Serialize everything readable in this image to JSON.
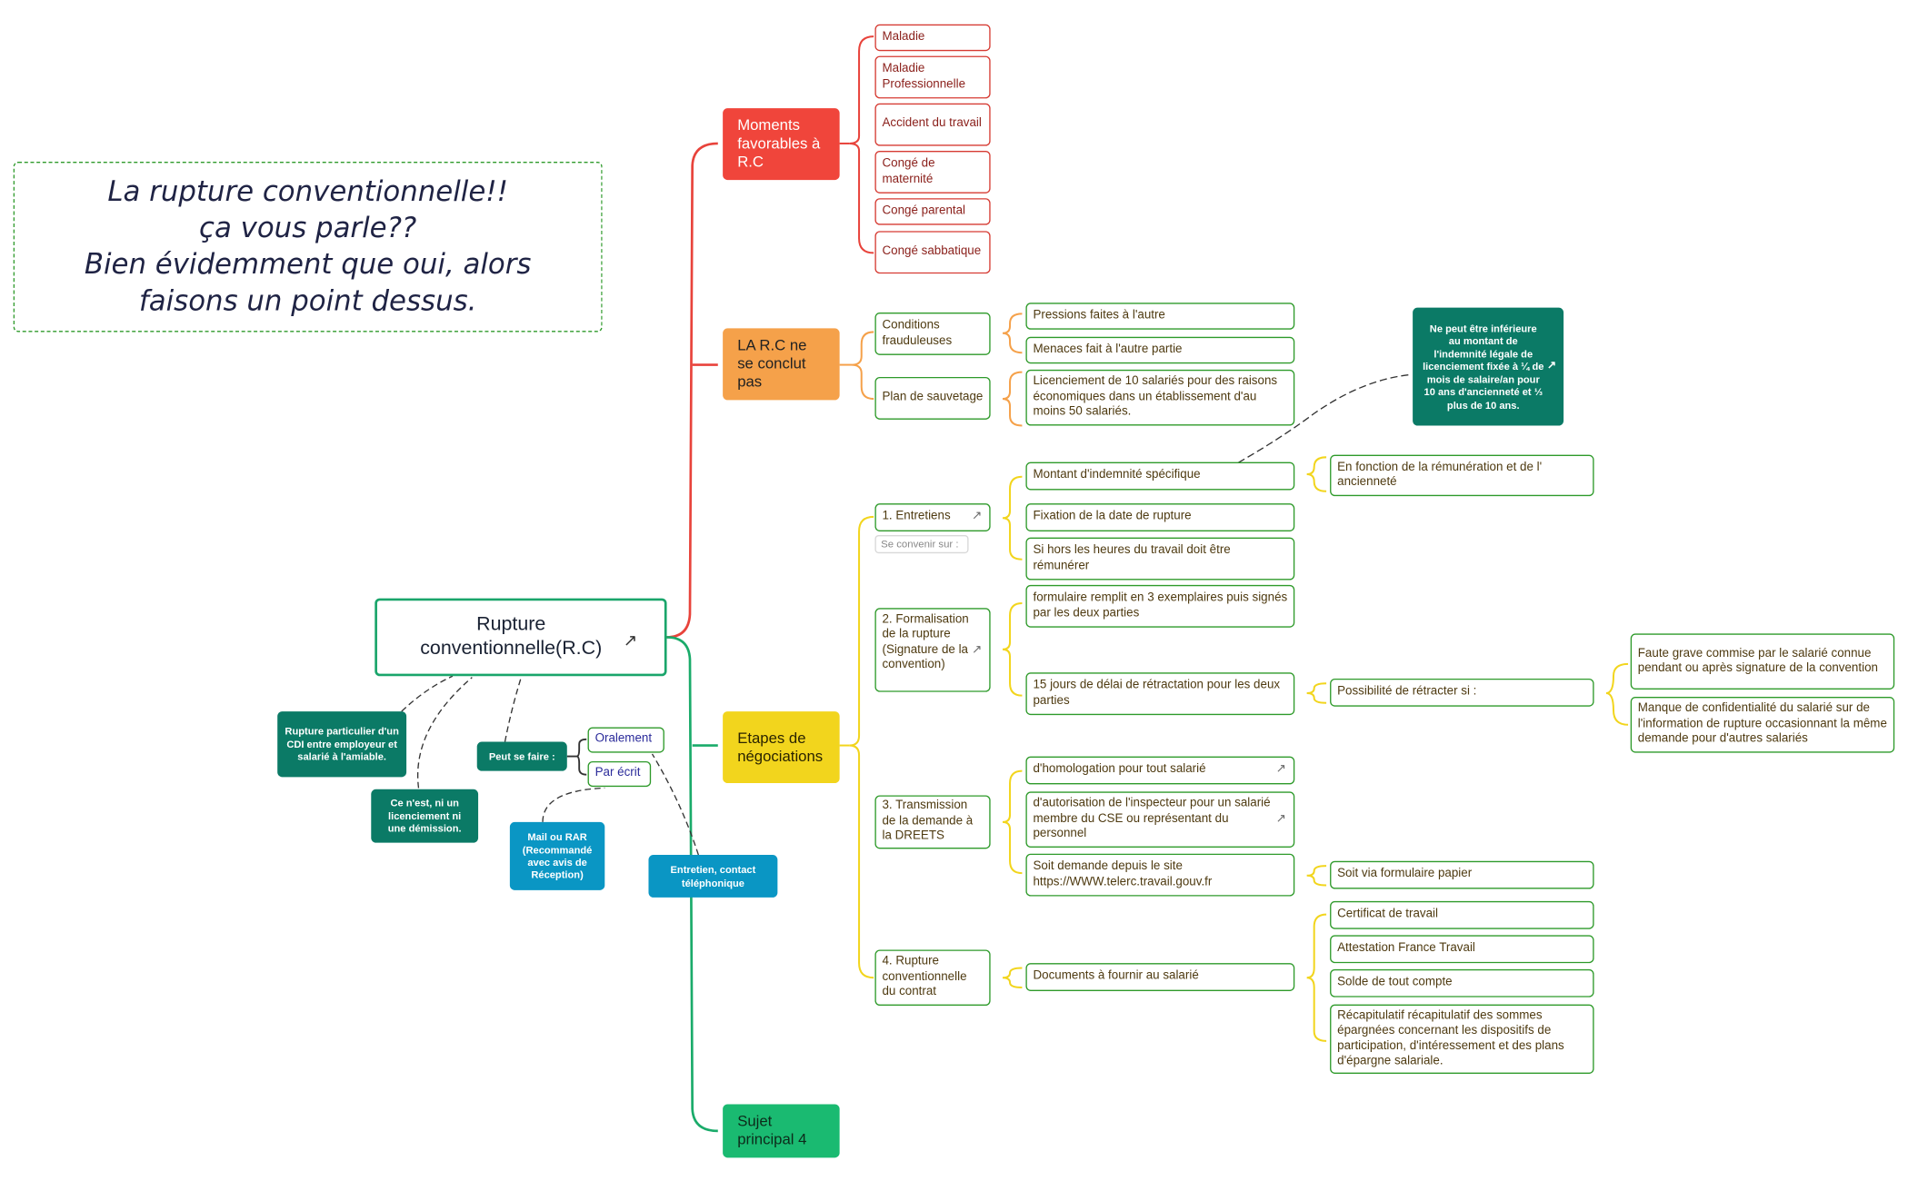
{
  "intro_note": {
    "lines": [
      "La rupture conventionnelle!!",
      "ça vous parle??",
      "Bien évidemment que oui, alors",
      "faisons un point dessus."
    ]
  },
  "root": {
    "label_line1": "Rupture",
    "label_line2": "conventionnelle(R.C)"
  },
  "root_callouts": {
    "definition": "Rupture particulier d'un CDI entre employeur et salarié à l'amiable.",
    "not_dismissal": "Ce n'est, ni un licenciement ni une démission.",
    "can_be_done": "Peut se faire :",
    "orally": "Oralement",
    "in_writing": "Par écrit",
    "mail": "Mail ou RAR (Recommandé avec avis de Réception)",
    "interview": "Entretien, contact téléphonique"
  },
  "branches": {
    "moments": {
      "label": "Moments favorables à R.C",
      "items": [
        "Maladie",
        "Maladie Professionnelle",
        "Accident du travail",
        "Congé de maternité",
        "Congé parental",
        "Congé sabbatique"
      ]
    },
    "not_concluded": {
      "label": "LA R.C ne se conclut pas",
      "fraud": "Conditions frauduleuses",
      "fraud_items": [
        "Pressions faites à l'autre",
        "Menaces fait à l'autre partie"
      ],
      "safeguard": "Plan de sauvetage",
      "safeguard_item": "Licenciement de 10 salariés pour des raisons économiques dans un établissement d'au moins 50 salariés."
    },
    "steps": {
      "label": "Etapes de négociations",
      "step1": "1. Entretiens",
      "step1_tag": "Se convenir sur :",
      "step1_items": [
        "Montant d'indemnité spécifique",
        "Fixation de la date de rupture",
        "Si hors les heures du travail doit être rémunérer"
      ],
      "indemnity_detail": "En fonction de la rémunération et de l' ancienneté",
      "indemnity_callout": "Ne peut être inférieure au montant de l'indemnité légale de licenciement fixée à ¼ de mois de salaire/an pour 10 ans d'ancienneté et ⅓ plus de 10 ans.",
      "step2": "2. Formalisation de la rupture (Signature de la convention)",
      "step2_items": [
        "formulaire remplit en 3 exemplaires puis signés par les deux parties",
        "15 jours de délai de rétractation pour les deux parties"
      ],
      "retract": "Possibilité de rétracter si :",
      "retract_items": [
        "Faute grave commise par le salarié connue pendant ou après signature de la convention",
        "Manque de confidentialité du salarié sur de l'information de rupture occasionnant la même demande pour d'autres salariés"
      ],
      "step3": "3. Transmission de la demande à la DREETS",
      "step3_items": [
        "d'homologation pour tout salarié",
        "d'autorisation de l'inspecteur pour un salarié membre du CSE ou représentant du personnel",
        "Soit demande depuis le site https://WWW.telerc.travail.gouv.fr"
      ],
      "paper": "Soit via formulaire papier",
      "step4": "4. Rupture conventionnelle du contrat",
      "step4_item": "Documents à fournir au salarié",
      "docs": [
        "Certificat de travail",
        "Attestation France Travail",
        "Solde de tout compte",
        "Récapitulatif récapitulatif des sommes épargnées concernant les dispositifs de participation, d'intéressement et des plans d'épargne salariale."
      ]
    },
    "subject4": {
      "label": "Sujet principal 4"
    }
  },
  "icons": {
    "external_link": "↗"
  },
  "colors": {
    "red": "#f0453b",
    "orange": "#f5a14a",
    "yellow": "#f2d51d",
    "green": "#1aba71",
    "teal": "#0b7a66",
    "blue": "#0a96c4",
    "box_border": "#2e8b1f"
  }
}
